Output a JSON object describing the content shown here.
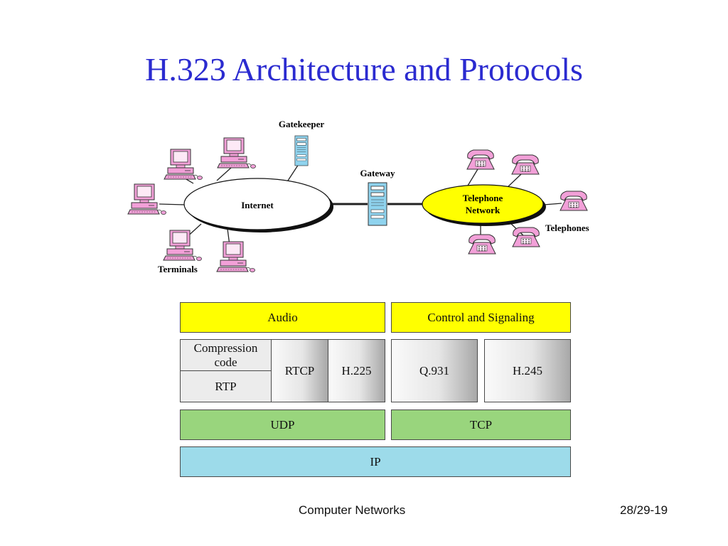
{
  "slide": {
    "title": "H.323 Architecture and Protocols",
    "footer_center": "Computer Networks",
    "footer_right": "28/29-19"
  },
  "network": {
    "internet_label": "Internet",
    "gatekeeper_label": "Gatekeeper",
    "gateway_label": "Gateway",
    "telephone_network_line1": "Telephone",
    "telephone_network_line2": "Network",
    "telephones_label": "Telephones",
    "terminals_label": "Terminals"
  },
  "stack": {
    "audio": "Audio",
    "control_signaling": "Control and Signaling",
    "compression_code": "Compression code",
    "rtp": "RTP",
    "rtcp": "RTCP",
    "h225": "H.225",
    "q931": "Q.931",
    "h245": "H.245",
    "udp": "UDP",
    "tcp": "TCP",
    "ip": "IP"
  },
  "colors": {
    "title": "#2b2bd0",
    "audio_band": "#ffff00",
    "transport": "#99d57d",
    "ip": "#9ddbea",
    "telephone_network": "#ffff00",
    "terminal": "#f2a0d8",
    "server": "#8fd3ee"
  }
}
